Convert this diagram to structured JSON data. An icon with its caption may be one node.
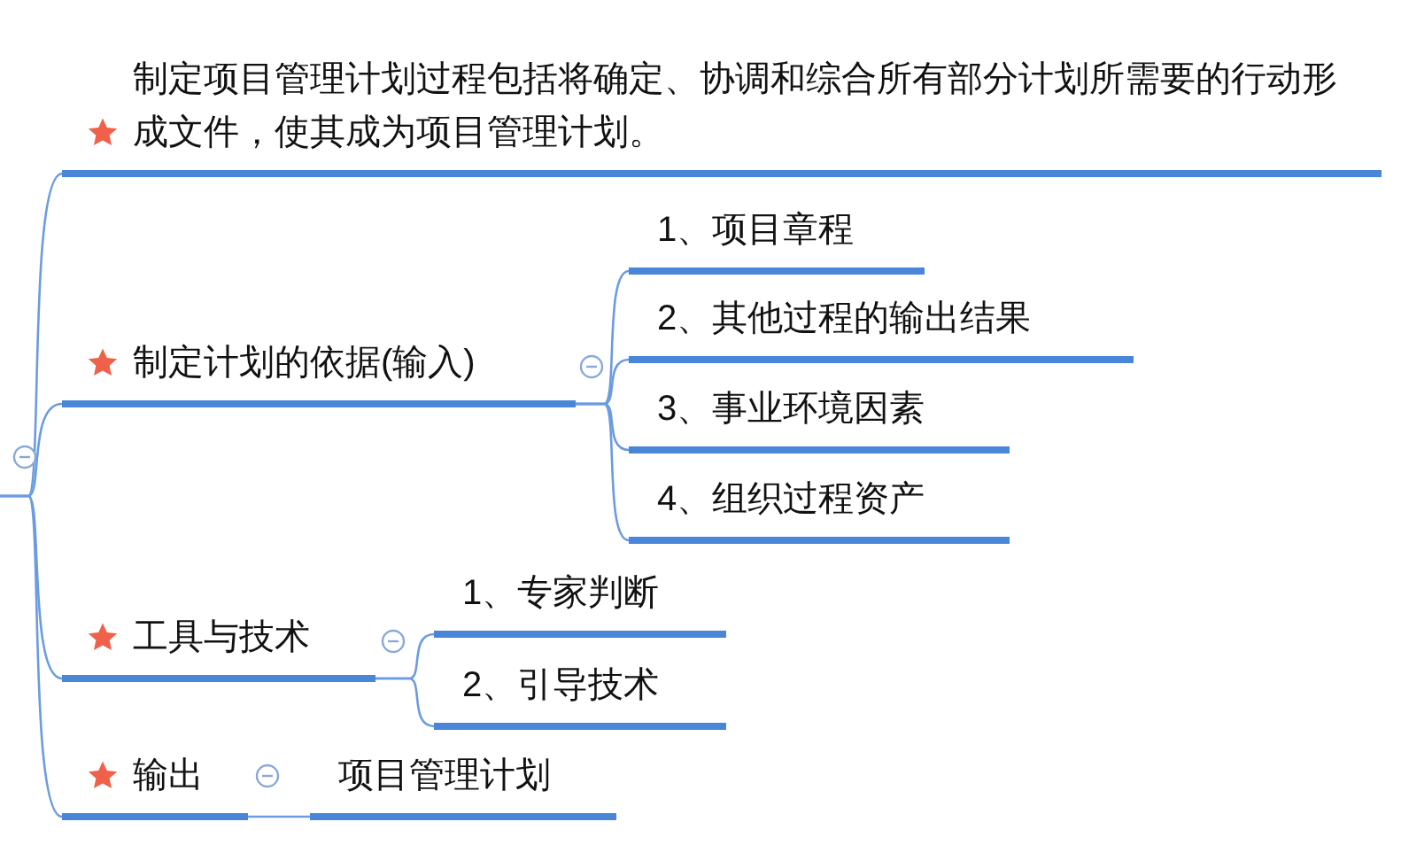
{
  "diagram": {
    "nodes": [
      {
        "text": [
          "制定项目管理计划过程包括将确定、协调和综合所有部分计划所需要的行动形成文件，使其成为项目管理计划。"
        ]
      },
      {
        "text": [
          "制定计划的依据(输入)"
        ]
      },
      {
        "text": [
          "1、项目章程"
        ]
      },
      {
        "text": [
          "2、其他过程的输出结果"
        ]
      },
      {
        "text": [
          "3、事业环境因素"
        ]
      },
      {
        "text": [
          "4、组织过程资产"
        ]
      },
      {
        "text": [
          "工具与技术"
        ]
      },
      {
        "text": [
          "1、专家判断"
        ]
      },
      {
        "text": [
          "2、引导技术"
        ]
      },
      {
        "text": [
          "输出"
        ]
      },
      {
        "text": [
          "项目管理计划"
        ]
      }
    ],
    "edges": [
      {
        "from": null,
        "to": 0,
        "arrow": "none"
      },
      {
        "from": null,
        "to": 1,
        "arrow": "none"
      },
      {
        "from": null,
        "to": 6,
        "arrow": "none"
      },
      {
        "from": null,
        "to": 9,
        "arrow": "none"
      },
      {
        "from": 1,
        "to": 2,
        "arrow": "none"
      },
      {
        "from": 1,
        "to": 3,
        "arrow": "none"
      },
      {
        "from": 1,
        "to": 4,
        "arrow": "none"
      },
      {
        "from": 1,
        "to": 5,
        "arrow": "none"
      },
      {
        "from": 6,
        "to": 7,
        "arrow": "none"
      },
      {
        "from": 6,
        "to": 8,
        "arrow": "none"
      },
      {
        "from": 9,
        "to": 10,
        "arrow": "none"
      }
    ]
  }
}
